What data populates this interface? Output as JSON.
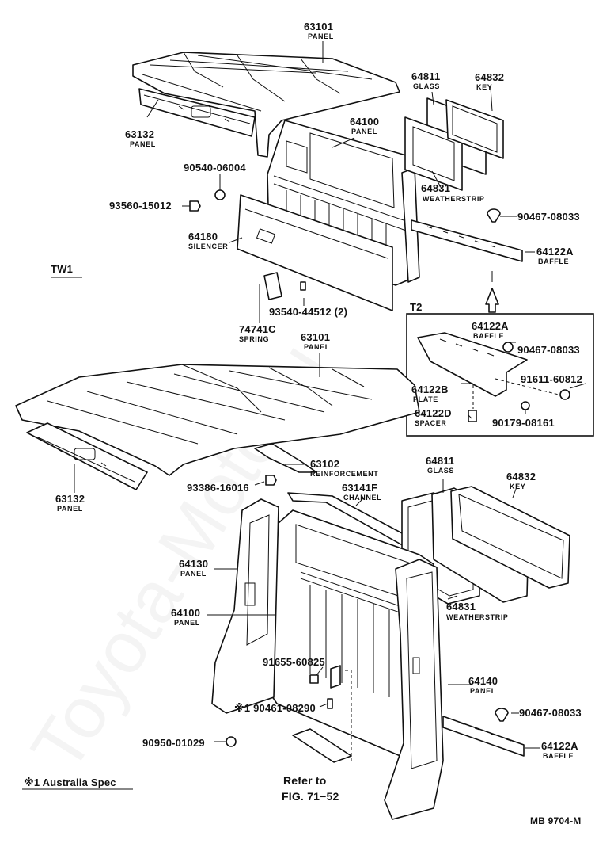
{
  "watermark": "Toyota-Moto.ru",
  "labels": {
    "tw1": "TW1",
    "t2": "T2",
    "footnote": "※1 Australia Spec",
    "refer_line1": "Refer to",
    "refer_line2": "FIG. 71−52",
    "code": "MB 9704-M"
  },
  "callouts": {
    "roof_panel_top": {
      "number": "63101",
      "name": "PANEL"
    },
    "front_panel_top": {
      "number": "63132",
      "name": "PANEL"
    },
    "glass_top": {
      "number": "64811",
      "name": "GLASS"
    },
    "key_top": {
      "number": "64832",
      "name": "KEY"
    },
    "back_panel_top": {
      "number": "64100",
      "name": "PANEL"
    },
    "bolt_90540": {
      "number": "90540-06004"
    },
    "clip_93560": {
      "number": "93560-15012"
    },
    "weatherstrip_top": {
      "number": "64831",
      "name": "WEATHERSTRIP"
    },
    "clip_90467_top": {
      "number": "90467-08033"
    },
    "silencer": {
      "number": "64180",
      "name": "SILENCER"
    },
    "baffle_top": {
      "number": "64122A",
      "name": "BAFFLE"
    },
    "screw_93540": {
      "number": "93540-44512 (2)"
    },
    "spring": {
      "number": "74741C",
      "name": "SPRING"
    },
    "roof_panel_bottom": {
      "number": "63101",
      "name": "PANEL"
    },
    "baffle_inset": {
      "number": "64122A",
      "name": "BAFFLE"
    },
    "clip_90467_inset": {
      "number": "90467-08033"
    },
    "bolt_91611": {
      "number": "91611-60812"
    },
    "plate": {
      "number": "64122B",
      "name": "PLATE"
    },
    "spacer": {
      "number": "64122D",
      "name": "SPACER"
    },
    "nut_90179": {
      "number": "90179-08161"
    },
    "reinforcement": {
      "number": "63102",
      "name": "REINFORCEMENT"
    },
    "front_panel_bottom": {
      "number": "63132",
      "name": "PANEL"
    },
    "clip_93386": {
      "number": "93386-16016"
    },
    "channel": {
      "number": "63141F",
      "name": "CHANNEL"
    },
    "glass_bottom": {
      "number": "64811",
      "name": "GLASS"
    },
    "key_bottom": {
      "number": "64832",
      "name": "KEY"
    },
    "side_panel_64130": {
      "number": "64130",
      "name": "PANEL"
    },
    "back_panel_bottom": {
      "number": "64100",
      "name": "PANEL"
    },
    "weatherstrip_bottom": {
      "number": "64831",
      "name": "WEATHERSTRIP"
    },
    "bolt_91655": {
      "number": "91655-60825"
    },
    "side_panel_64140": {
      "number": "64140",
      "name": "PANEL"
    },
    "screw_90461": {
      "number": "※1 90461-08290"
    },
    "clip_90467_bottom": {
      "number": "90467-08033"
    },
    "plug_90950": {
      "number": "90950-01029"
    },
    "baffle_bottom": {
      "number": "64122A",
      "name": "BAFFLE"
    }
  }
}
